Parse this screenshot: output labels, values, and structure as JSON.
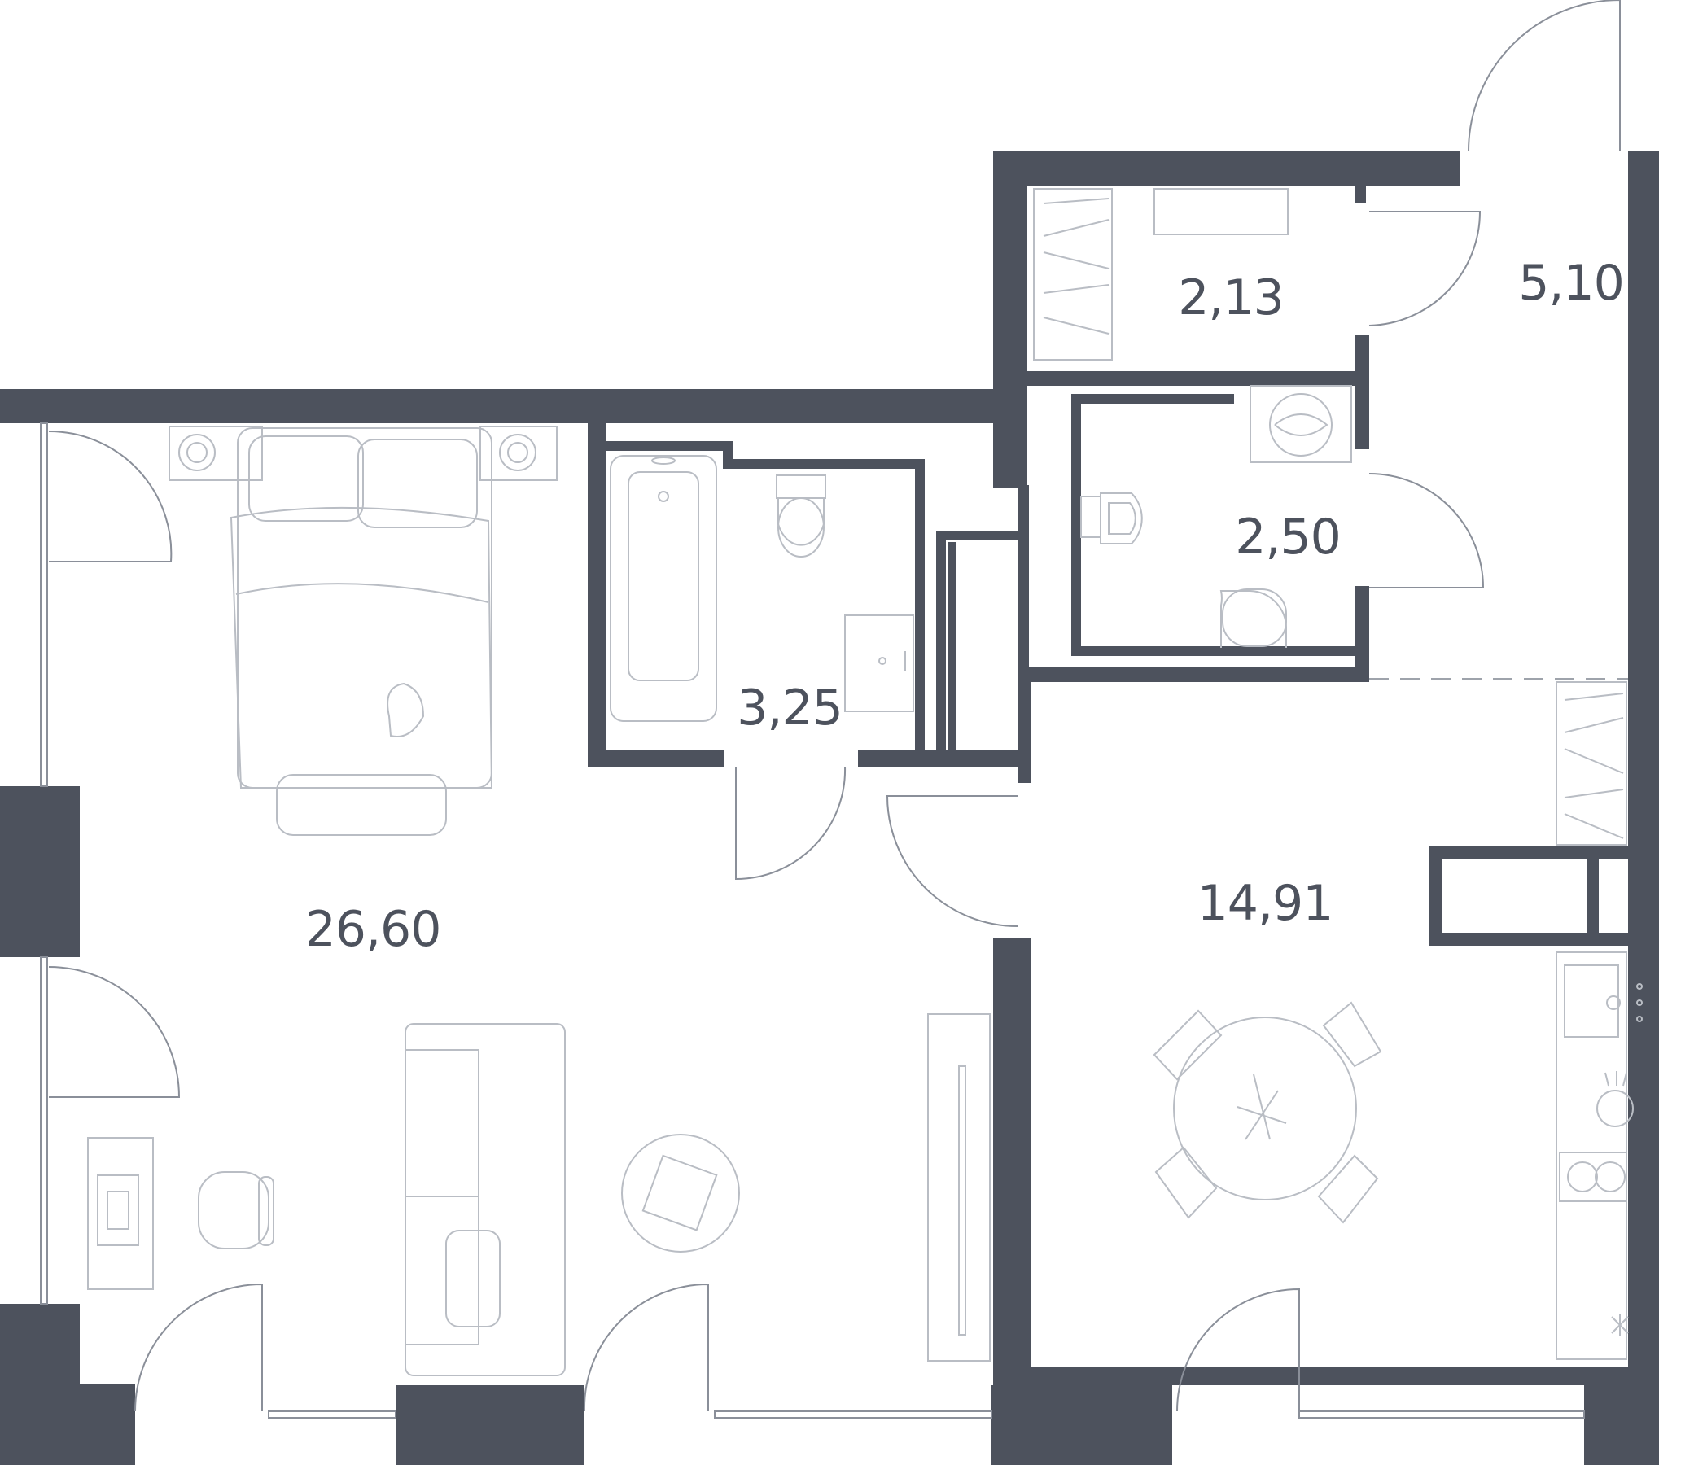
{
  "plan": {
    "wall_color": "#4d525d",
    "line_color": "#8a8f99",
    "furniture_color": "#b9bdc4",
    "rooms": [
      {
        "id": "storage",
        "area": "2,13"
      },
      {
        "id": "hall",
        "area": "5,10"
      },
      {
        "id": "wc",
        "area": "2,50"
      },
      {
        "id": "bathroom",
        "area": "3,25"
      },
      {
        "id": "living-room",
        "area": "26,60"
      },
      {
        "id": "kitchen",
        "area": "14,91"
      }
    ]
  }
}
